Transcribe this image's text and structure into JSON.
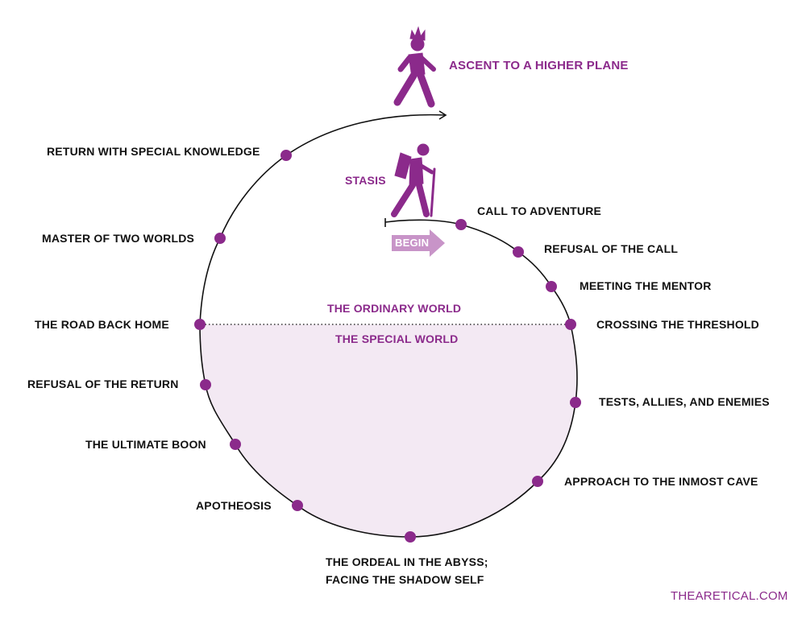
{
  "colors": {
    "accent": "#8b2a8b",
    "fill": "#f3e9f3",
    "begin": "#c894c8"
  },
  "ascent": "ASCENT TO A HIGHER PLANE",
  "stasis": "STASIS",
  "begin": "BEGIN",
  "ordinary_world": "THE ORDINARY WORLD",
  "special_world": "THE SPECIAL WORLD",
  "stages": {
    "call": "CALL TO ADVENTURE",
    "refusal": "REFUSAL OF THE CALL",
    "mentor": "MEETING THE MENTOR",
    "threshold": "CROSSING THE THRESHOLD",
    "tests": "TESTS, ALLIES, AND ENEMIES",
    "cave": "APPROACH TO THE INMOST CAVE",
    "ordeal_1": "THE ORDEAL IN THE ABYSS;",
    "ordeal_2": "FACING THE SHADOW SELF",
    "apotheosis": "APOTHEOSIS",
    "boon": "THE ULTIMATE BOON",
    "refusal_return": "REFUSAL OF THE RETURN",
    "road_back": "THE ROAD BACK HOME",
    "master": "MASTER OF TWO WORLDS",
    "return": "RETURN WITH SPECIAL KNOWLEDGE"
  },
  "credit": "THEARETICAL.COM"
}
